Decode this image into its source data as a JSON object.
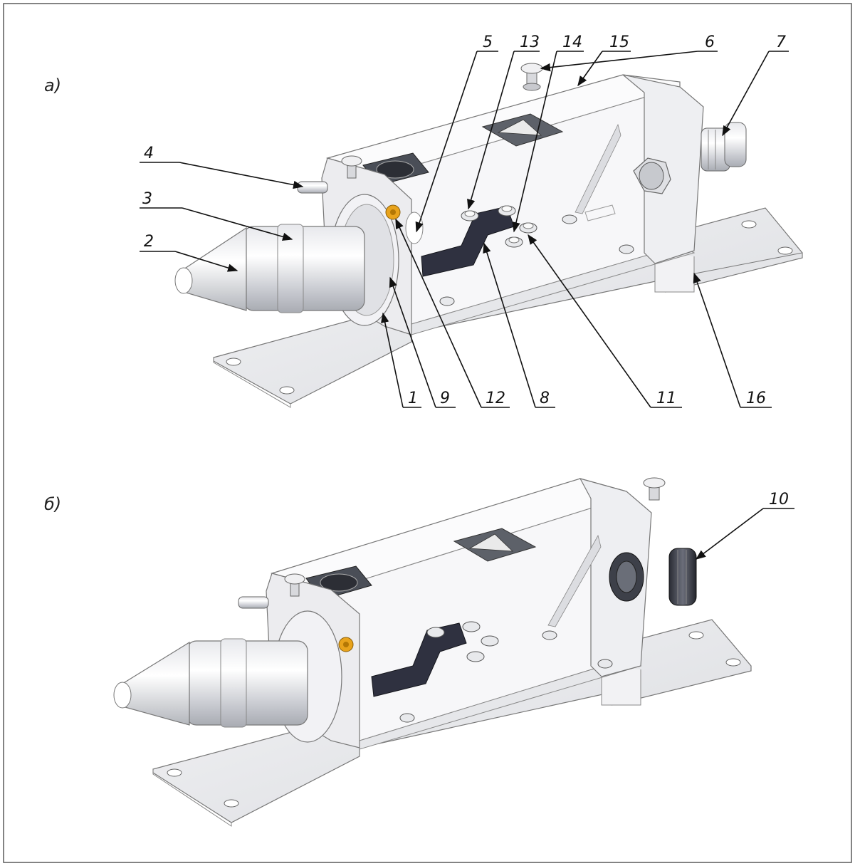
{
  "panels": [
    {
      "label": "а)",
      "callouts": [
        "1",
        "2",
        "3",
        "4",
        "5",
        "6",
        "7",
        "8",
        "9",
        "11",
        "12",
        "13",
        "14",
        "15",
        "16"
      ]
    },
    {
      "label": "б)",
      "callouts": [
        "10"
      ]
    }
  ],
  "colors": {
    "frame": "#5a5a5a",
    "metal_light": "#f1f1f3",
    "metal_mid": "#d4d6da",
    "metal_dark": "#9ea2a8",
    "strap": "#2f3140",
    "washer": "#e8a31c",
    "line": "#111111"
  },
  "icons": [
    "warning-sign-icon",
    "logo-sticker-icon"
  ]
}
